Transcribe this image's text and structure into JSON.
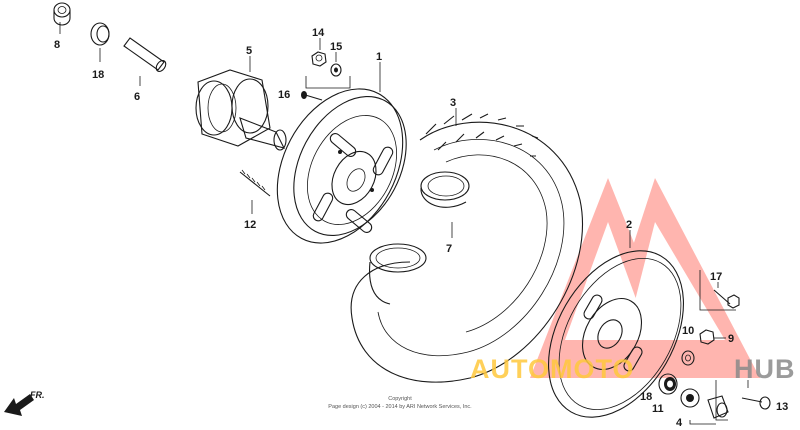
{
  "parts": [
    {
      "id": "part-1",
      "label": "1"
    },
    {
      "id": "part-2",
      "label": "2"
    },
    {
      "id": "part-3",
      "label": "3"
    },
    {
      "id": "part-4",
      "label": "4"
    },
    {
      "id": "part-5",
      "label": "5"
    },
    {
      "id": "part-6",
      "label": "6"
    },
    {
      "id": "part-7",
      "label": "7"
    },
    {
      "id": "part-8",
      "label": "8"
    },
    {
      "id": "part-9",
      "label": "9"
    },
    {
      "id": "part-10",
      "label": "10"
    },
    {
      "id": "part-11",
      "label": "11"
    },
    {
      "id": "part-12",
      "label": "12"
    },
    {
      "id": "part-13",
      "label": "13"
    },
    {
      "id": "part-14",
      "label": "14"
    },
    {
      "id": "part-15",
      "label": "15"
    },
    {
      "id": "part-16",
      "label": "16"
    },
    {
      "id": "part-17",
      "label": "17"
    },
    {
      "id": "part-18a",
      "label": "18"
    },
    {
      "id": "part-18b",
      "label": "18"
    }
  ],
  "direction_marker": "FR.",
  "copyright": {
    "line1": "Copyright",
    "line2": "Page design (c) 2004 - 2014 by ARI Network Services, Inc."
  },
  "watermark": {
    "text_left": "AUTOMOTO",
    "text_right": "HUB",
    "color_logo": "#ff7a6e",
    "color_text": "#ffc83d"
  }
}
